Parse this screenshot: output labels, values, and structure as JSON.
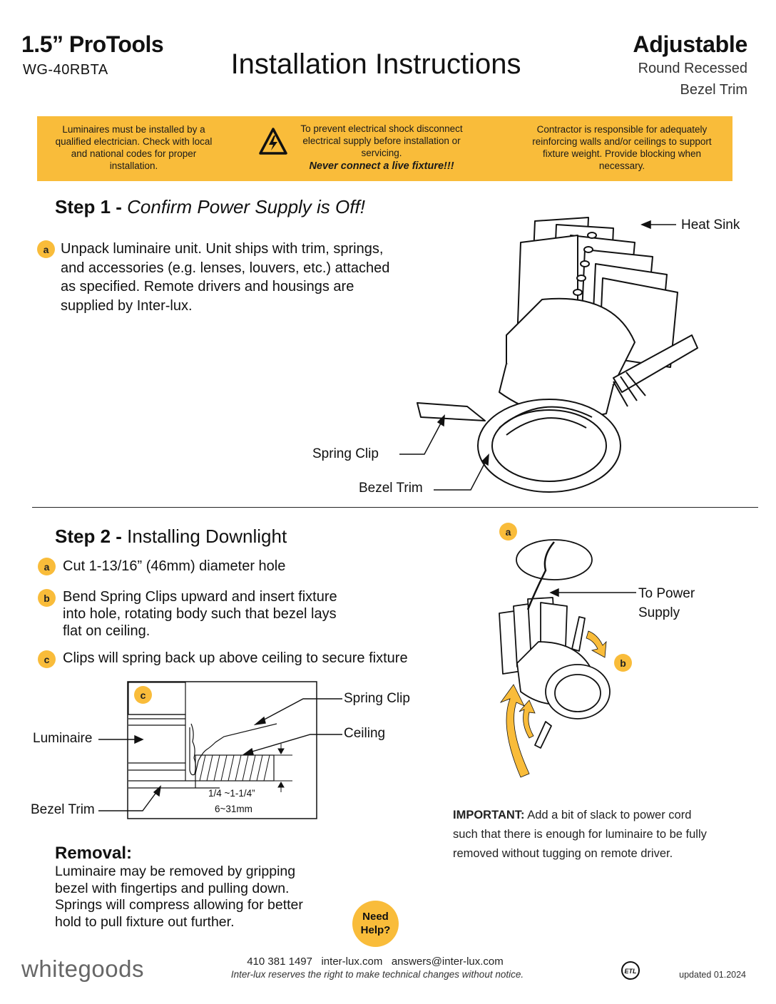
{
  "header": {
    "product_title": "1.5” ProTools",
    "product_code": "WG-40RBTA",
    "doc_title": "Installation Instructions",
    "type_title": "Adjustable",
    "type_line1": "Round Recessed",
    "type_line2": "Bezel Trim"
  },
  "banner": {
    "col1": "Luminaires must be installed by a qualified electrician. Check with local and national codes for proper installation.",
    "col2": "To prevent electrical shock disconnect electrical supply before installation or servicing.",
    "col2_emphasis": "Never connect a live fixture!!!",
    "col3": "Contractor is responsible for adequately reinforcing walls and/or ceilings to support fixture weight. Provide blocking when necessary."
  },
  "step1": {
    "heading_bold": "Step 1 -",
    "heading_rest": "Confirm Power Supply is Off!",
    "badge_a": "a",
    "text_a": "Unpack luminaire unit. Unit ships with trim, springs, and accessories (e.g. lenses, louvers, etc.) attached as specified. Remote drivers and housings are supplied by Inter-lux.",
    "label_heat_sink": "Heat Sink",
    "label_spring_clip": "Spring Clip",
    "label_bezel_trim": "Bezel Trim"
  },
  "step2": {
    "heading_bold": "Step 2 -",
    "heading_rest": "Installing Downlight",
    "badge_a": "a",
    "text_a": "Cut 1-13/16” (46mm) diameter hole",
    "badge_b": "b",
    "text_b": "Bend Spring Clips upward and insert fixture into hole, rotating body such that bezel lays flat on ceiling.",
    "badge_c": "c",
    "text_c": "Clips will spring back up above ceiling to secure fixture",
    "diagram_badge": "c",
    "label_spring_clip": "Spring Clip",
    "label_ceiling": "Ceiling",
    "label_luminaire": "Luminaire",
    "label_bezel_trim": "Bezel Trim",
    "dim_imperial": "1/4 ~1-1/4”",
    "dim_metric": "6~31mm",
    "fig_badge_a": "a",
    "fig_badge_b": "b",
    "label_power_1": "To Power",
    "label_power_2": "Supply"
  },
  "important": {
    "bold": "IMPORTANT:",
    "text": "Add a bit of slack to power cord such that there is enough for luminaire to be fully removed without tugging on remote driver."
  },
  "removal": {
    "heading": "Removal:",
    "text": "Luminaire may be removed by gripping bezel with fingertips and pulling down. Springs will compress allowing for better hold to pull fixture out further."
  },
  "help": {
    "line1": "Need",
    "line2": "Help?"
  },
  "footer": {
    "logo": "whitegoods",
    "contact": "410 381 1497   inter-lux.com   answers@inter-lux.com",
    "note": "Inter-lux reserves the right to make technical changes without notice.",
    "updated": "updated  01.2024",
    "cert": "ETL"
  },
  "colors": {
    "accent": "#f9bc3a",
    "text": "#111111"
  }
}
